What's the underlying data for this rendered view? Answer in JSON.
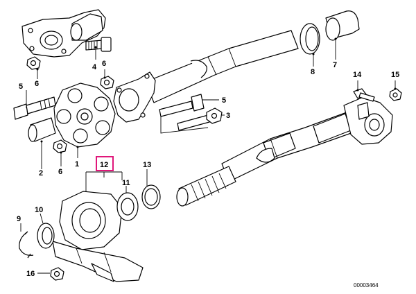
{
  "callouts": {
    "n4": "4",
    "n6a": "6",
    "n5a": "5",
    "n6b": "6",
    "n8": "8",
    "n7": "7",
    "n14": "14",
    "n15": "15",
    "n5b": "5",
    "n3": "3",
    "n2": "2",
    "n6c": "6",
    "n1": "1",
    "n12": "12",
    "n13": "13",
    "n11": "11",
    "n9": "9",
    "n10": "10",
    "n16": "16"
  },
  "highlighted_callout": "12",
  "highlight_color": "#e0167a",
  "document_number": "00003464"
}
